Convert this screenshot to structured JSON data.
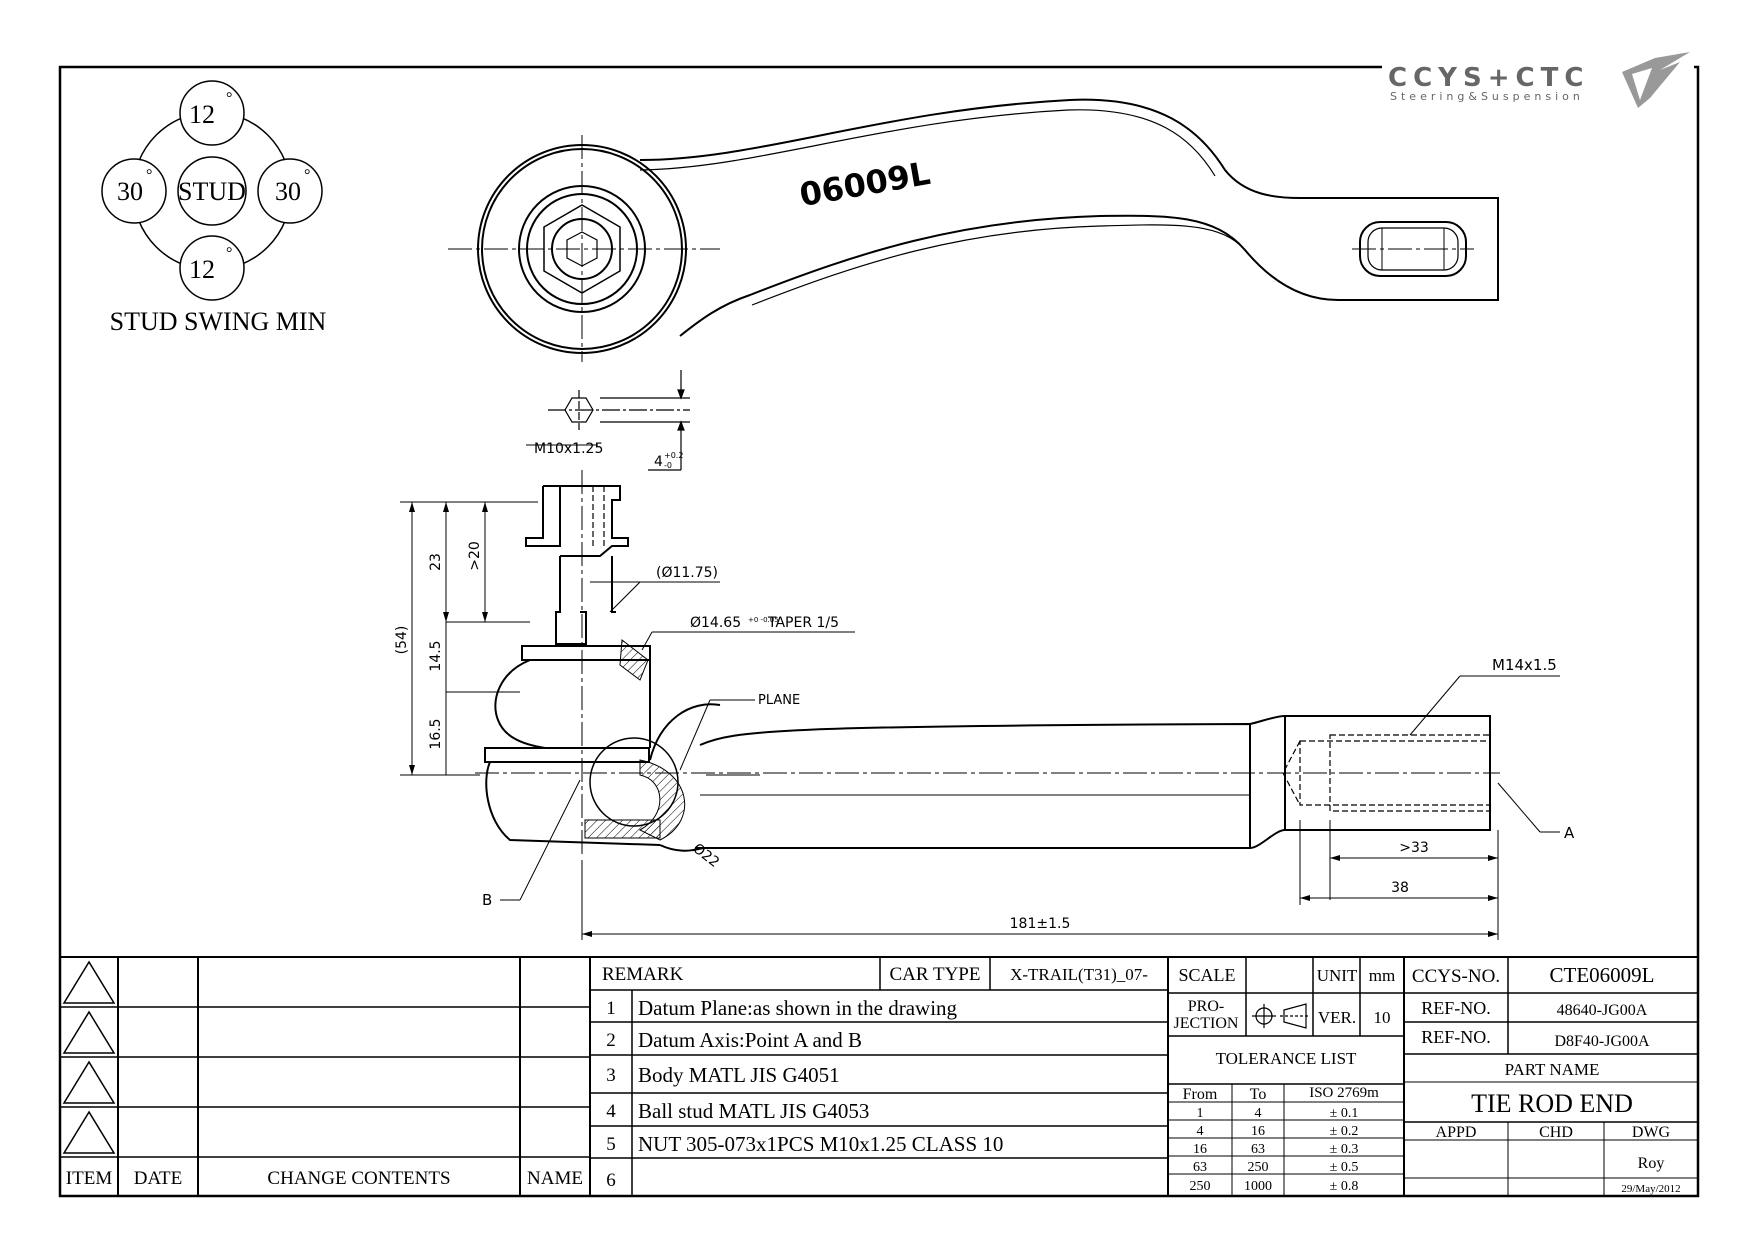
{
  "brand": {
    "logo_text": "CCYS+CTC",
    "tagline": "Steering&Suspension"
  },
  "swing": {
    "top": "12",
    "bottom": "12",
    "left": "30",
    "right": "30",
    "center": "STUD",
    "caption": "STUD SWING MIN"
  },
  "part_marking": "06009L",
  "dims": {
    "thread_stud": "M10x1.25",
    "hex_tol": "4",
    "hex_tol_upper": "+0.2",
    "hex_tol_lower": "-0",
    "overall_height": "(54)",
    "d23": "23",
    "d20": ">20",
    "d14_5": "14.5",
    "d16_5": "16.5",
    "dia_1175": "(Ø11.75)",
    "taper": "Ø14.65",
    "taper_tol": "+0 -0.05",
    "taper_ratio": "TAPER 1/5",
    "plane": "PLANE",
    "thread_rod": "M14x1.5",
    "point_a": "A",
    "point_b": "B",
    "dia_22": "Ø22",
    "d33": ">33",
    "d38": "38",
    "total_length": "181±1.5"
  },
  "revision_block": {
    "headers": [
      "ITEM",
      "DATE",
      "CHANGE CONTENTS",
      "NAME"
    ]
  },
  "remarks": {
    "header": "REMARK",
    "car_type_label": "CAR TYPE",
    "car_type_value": "X-TRAIL(T31)_07-",
    "items": [
      {
        "no": "1",
        "text": "Datum Plane:as shown in the drawing"
      },
      {
        "no": "2",
        "text": "Datum Axis:Point A and B"
      },
      {
        "no": "3",
        "text": "Body MATL JIS G4051"
      },
      {
        "no": "4",
        "text": "Ball stud MATL JIS G4053"
      },
      {
        "no": "5",
        "text": "NUT 305-073x1PCS M10x1.25 CLASS 10"
      },
      {
        "no": "6",
        "text": ""
      }
    ]
  },
  "specs": {
    "scale_label": "SCALE",
    "unit_label": "UNIT",
    "unit_value": "mm",
    "projection_label_1": "PRO-",
    "projection_label_2": "JECTION",
    "ver_label": "VER.",
    "ver_value": "10",
    "tolerance_title": "TOLERANCE LIST",
    "tol_headers": [
      "From",
      "To",
      "ISO 2769m"
    ],
    "tol_rows": [
      [
        "1",
        "4",
        "± 0.1"
      ],
      [
        "4",
        "16",
        "± 0.2"
      ],
      [
        "16",
        "63",
        "± 0.3"
      ],
      [
        "63",
        "250",
        "± 0.5"
      ],
      [
        "250",
        "1000",
        "± 0.8"
      ]
    ]
  },
  "title_block": {
    "ccys_label": "CCYS-NO.",
    "ccys_value": "CTE06009L",
    "ref1_label": "REF-NO.",
    "ref1_value": "48640-JG00A",
    "ref2_label": "REF-NO.",
    "ref2_value": "D8F40-JG00A",
    "part_name_label": "PART NAME",
    "part_name": "TIE ROD END",
    "appd": "APPD",
    "chd": "CHD",
    "dwg": "DWG",
    "dwg_name": "Roy",
    "date": "29/May/2012"
  }
}
